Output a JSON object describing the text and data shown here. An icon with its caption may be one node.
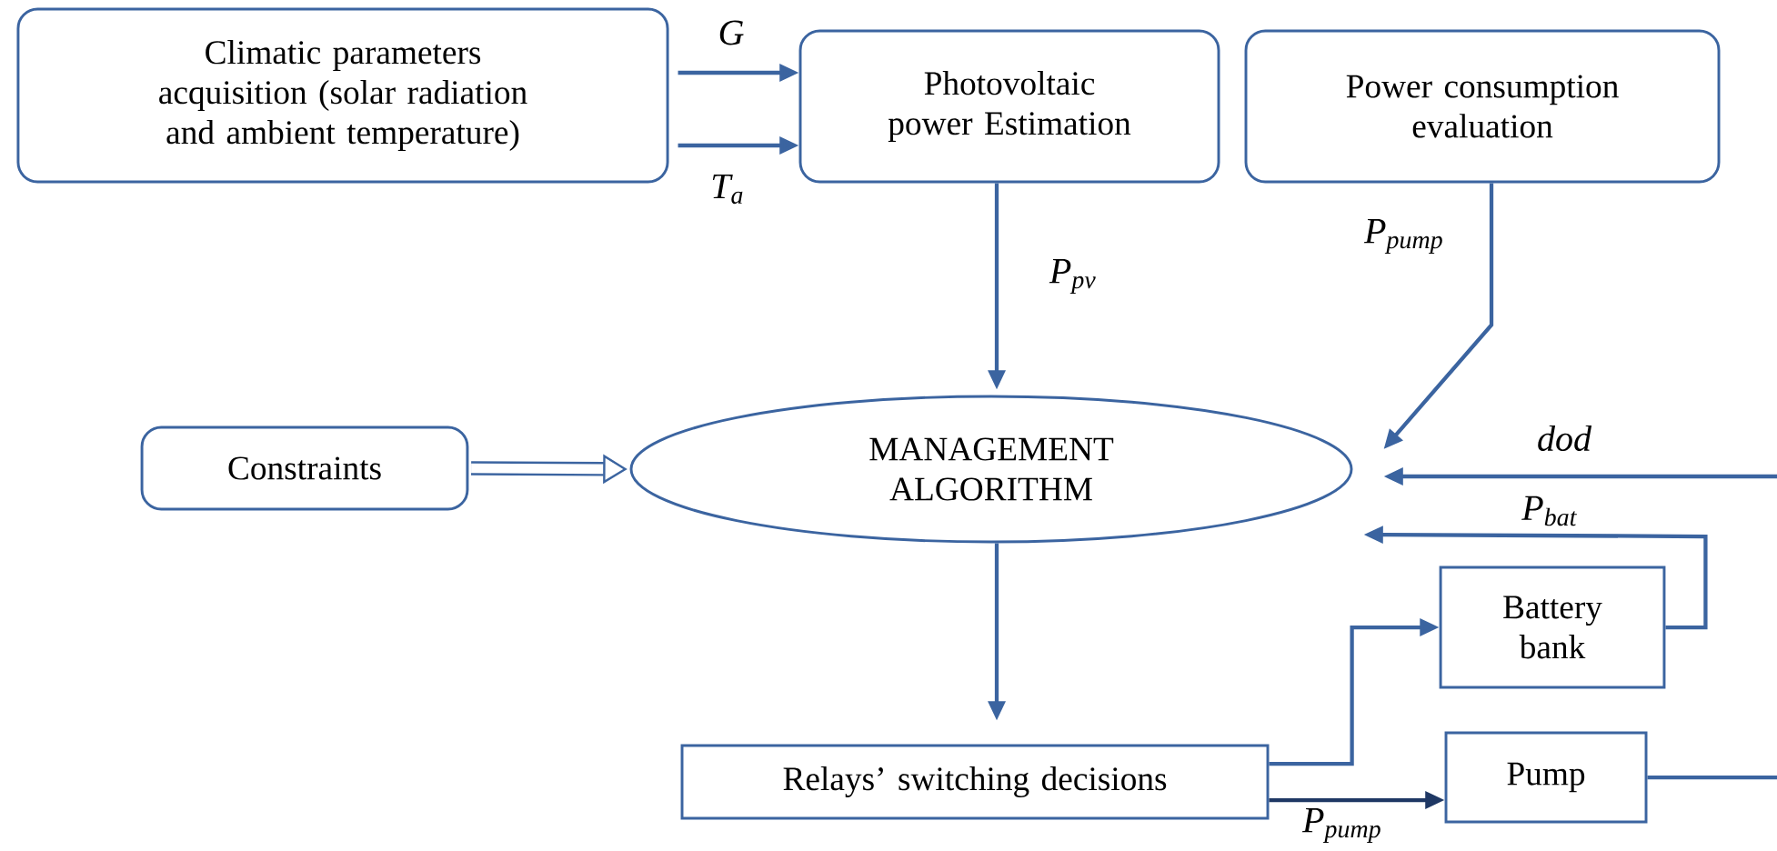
{
  "diagram": {
    "nodes": [
      {
        "text": [
          "Climatic parameters acquisition (solar radiation and ambient temperature)"
        ]
      },
      {
        "text": [
          "Photovoltaic power Estimation"
        ]
      },
      {
        "text": [
          "Power consumption evaluation"
        ]
      },
      {
        "text": [
          "Constraints"
        ]
      },
      {
        "text": [
          "MANAGEMENT ALGORITHM"
        ]
      },
      {
        "text": [
          "Relays’ switching decisions"
        ]
      },
      {
        "text": [
          "Battery bank"
        ]
      },
      {
        "text": [
          "Pump"
        ]
      }
    ],
    "edges": [
      {
        "from": 0,
        "to": 1,
        "arrow": "to",
        "label": "G"
      },
      {
        "from": 0,
        "to": 1,
        "arrow": "to",
        "label": "T$_{a}$"
      },
      {
        "from": 1,
        "to": 4,
        "arrow": "to",
        "label": "P$_{pv}$"
      },
      {
        "from": 2,
        "to": 4,
        "arrow": "to",
        "label": "P$_{pump}$"
      },
      {
        "from": 3,
        "to": 4,
        "arrow": "to",
        "style": "thick"
      },
      {
        "from": 4,
        "to": 5,
        "arrow": "to"
      },
      {
        "from": 5,
        "to": 6,
        "arrow": "to"
      },
      {
        "from": 5,
        "to": 7,
        "arrow": "to",
        "label": "P$_{pump}$",
        "color": "#1f3864"
      },
      {
        "from": 6,
        "to": 4,
        "arrow": "to",
        "label": "P$_{bat}$"
      },
      {
        "from": null,
        "to": 4,
        "arrow": "to",
        "label": "dod"
      },
      {
        "from": 7,
        "to": null,
        "arrow": "none"
      }
    ]
  }
}
